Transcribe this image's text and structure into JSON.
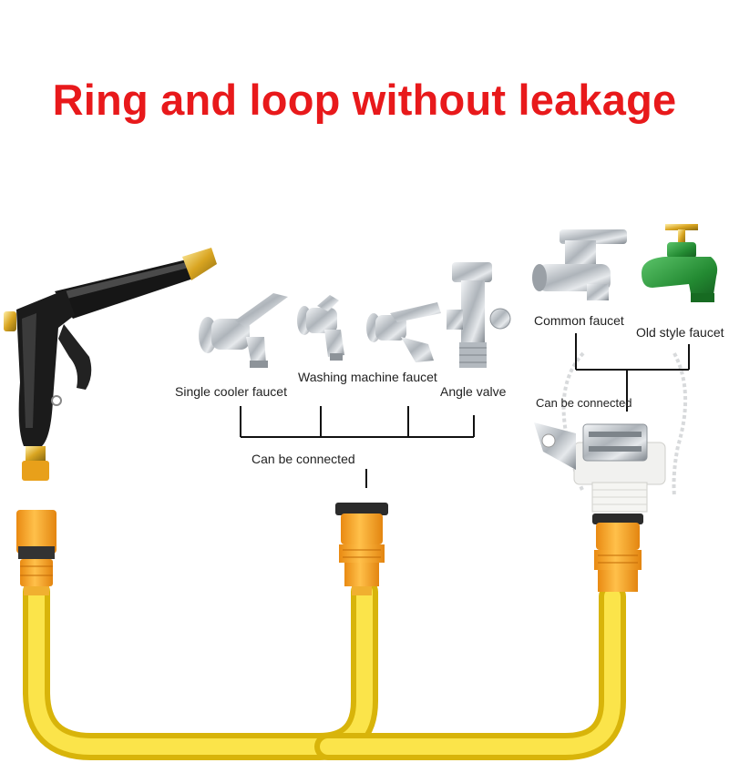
{
  "headline": "Ring and loop without leakage",
  "labels": {
    "single_cooler_faucet": "Single cooler faucet",
    "washing_machine_faucet": "Washing machine faucet",
    "angle_valve": "Angle valve",
    "can_be_connected_center": "Can be connected",
    "common_faucet": "Common faucet",
    "old_style_faucet": "Old style faucet",
    "can_be_connected_right": "Can be connected"
  },
  "colors": {
    "headline": "#e8191b",
    "hose": "#f7d92a",
    "connector": "#f5a623",
    "chrome": "#c9cdd2",
    "gun_body": "#1b1b1b",
    "brass": "#d9a521",
    "green_tap": "#2e8b3e"
  },
  "icons": [
    "spray-gun-icon",
    "single-cooler-faucet-icon",
    "washing-machine-faucet-icon",
    "angle-valve-icon",
    "common-faucet-icon",
    "old-style-faucet-icon",
    "universal-tap-adapter-icon",
    "hose-connector-icon",
    "garden-hose-icon"
  ]
}
